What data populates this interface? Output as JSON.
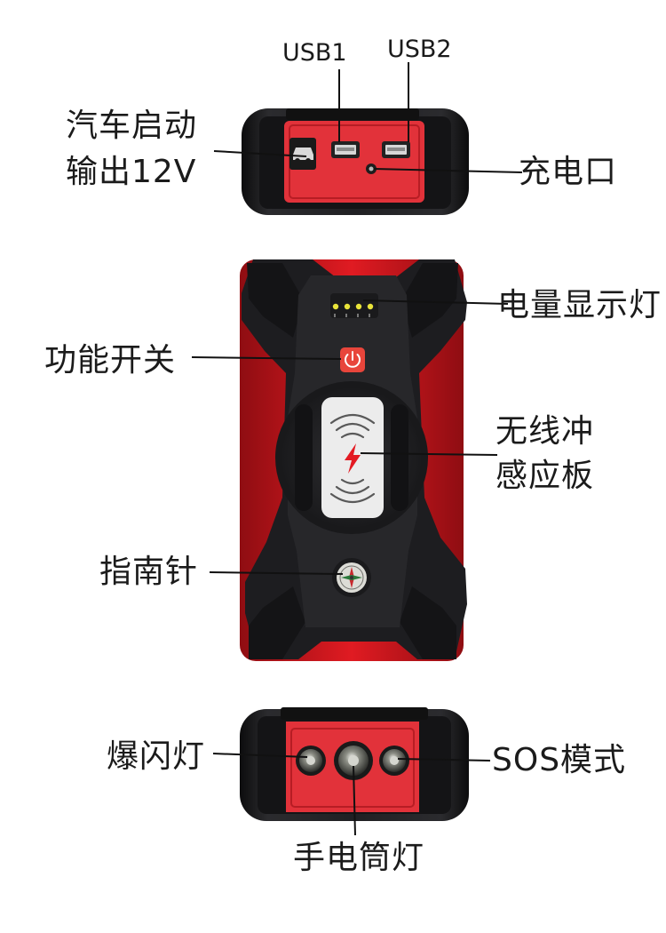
{
  "labels": {
    "usb1": "USB1",
    "usb2": "USB2",
    "car_start_line1": "汽车启动",
    "car_start_line2": "输出12V",
    "charge_port": "充电口",
    "battery_indicator": "电量显示灯",
    "function_switch": "功能开关",
    "wireless_line1": "无线冲",
    "wireless_line2": "感应板",
    "compass": "指南针",
    "strobe_light": "爆闪灯",
    "sos_mode": "SOS模式",
    "flashlight": "手电筒灯"
  },
  "icons": {
    "car": "car-icon",
    "power": "power-icon",
    "wireless": "wireless-charging-icon",
    "lightning": "lightning-icon",
    "compass": "compass-icon",
    "led": "led-icon"
  },
  "colors": {
    "shell_black": "#1c1c1e",
    "shell_red": "#d8141b",
    "panel_red": "#e23238",
    "indicator_yellow": "#e9e43a",
    "power_button": "#e8453b"
  }
}
